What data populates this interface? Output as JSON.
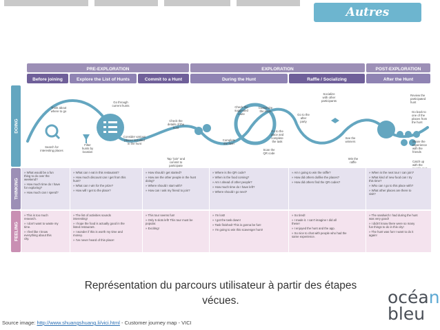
{
  "slide_title": "Autres exemples",
  "phases": [
    "PRE-EXPLORATION",
    "EXPLORATION",
    "POST-EXPLORATION"
  ],
  "stages": [
    "Before joining",
    "Explore the List of Hunts",
    "Commit to a Hunt",
    "During the Hunt",
    "Raffle / Socializing",
    "After the Hunt"
  ],
  "row_labels": [
    "DOING",
    "THINKING",
    "FEELING"
  ],
  "doing_labels": [
    "Think about where to go",
    "Search for interesting places",
    "Filter hunts by location",
    "Go through current hunts",
    "Consider various places included in the hunt",
    "Check the details of the hunt",
    "Tap \"join\" and commit to participate",
    "Check the suggested route",
    "Customize the route",
    "Go to the place and complete the task",
    "Complete the item",
    "Scan the QR code",
    "Go to the after party",
    "Socialize with other participants",
    "See the winners",
    "Win the raffle",
    "Review the participated hunt",
    "Go back to one of the places from the hunt",
    "Share the experience with the friends",
    "Catch up with the people met in the hunt"
  ],
  "thinking": [
    [
      "What would be a fun thing to do over the weekend?",
      "How much time do I have for exploring?",
      "How much can I spend?"
    ],
    [
      "What can I eat in this restaurant?",
      "How much discount can I get from this hunt?",
      "What can I win for the prize?",
      "How will I get to the place?"
    ],
    [
      "How should I get started?",
      "How are the other people in the hunt doing?",
      "Where should I start with?",
      "How can I ask my friend to join?"
    ],
    [
      "Where is the QR code?",
      "When is the food coming?",
      "Am I ahead of other people?",
      "How much time do I have left?",
      "Where should I go next?"
    ],
    [
      "Am I going to win the raffle?",
      "How did others do/like the places?",
      "How did others find the QR codes?"
    ],
    [
      "When is the next tour I can join?",
      "What kind of new food can I try this time?",
      "Who can I go to this place with?",
      "What other places are there to visit?"
    ]
  ],
  "feeling": [
    [
      "This is too much research.",
      "I don't want to waste my time.",
      "I feel like I know everything about this city."
    ],
    [
      "The list of activities sounds interesting!",
      "I hope the food is actually good in the listed restaurant.",
      "I wonder if this is worth my time and money.",
      "I've never heard of this place!"
    ],
    [
      "This tour seems fun!",
      "Only 5 slots left! This tour must be popular.",
      "Exciting!"
    ],
    [
      "I'm lost!",
      "I got the task down!",
      "Task finished! This is gonna be fun!",
      "I'm going to win this scavenger hunt!"
    ],
    [
      "So tired!",
      "I made it. I can't imagine I did all these!",
      "I enjoyed the hunt and the app.",
      "So nice to chat with people who had the same experience."
    ],
    [
      "The sandwich I had during the hunt was very good!",
      "I didn't know there were so many fun things to do in this city!",
      "The hunt was fun! I want to do it again!"
    ]
  ],
  "caption": "Représentation du parcours utilisateur à partir des étapes vécues.",
  "source": {
    "prefix": "Source image: ",
    "link": "http://www.shuangshuang.li/vici.html",
    "suffix": " - Customer journey map - VICI"
  },
  "logo": {
    "line1": "océa",
    "line1_accent": "n",
    "line2": "bleu"
  },
  "colors": {
    "accent": "#6db5cf",
    "phase_bar": "#9c8fb6",
    "stage_dark": "#6f5f99",
    "stage_light": "#8f83b3",
    "journey": "#64a6c0",
    "thinking_bg": "#e6e2ef",
    "feeling_bg": "#f4e3ee"
  }
}
